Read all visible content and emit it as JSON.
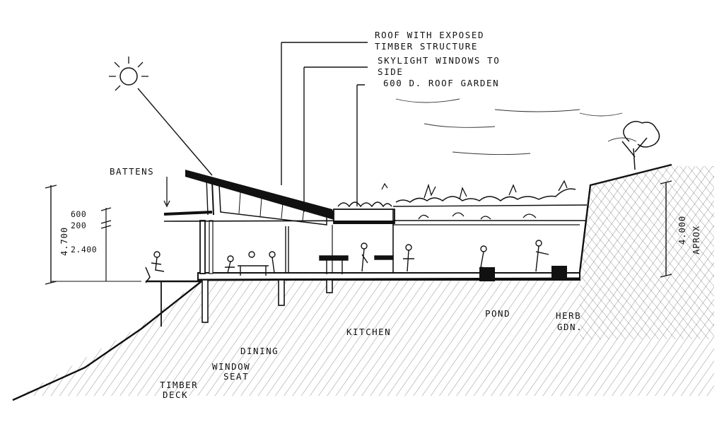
{
  "notes": [
    "ROOF WITH EXPOSED",
    "TIMBER STRUCTURE",
    "SKYLIGHT WINDOWS TO",
    "SIDE",
    "600 D. ROOF GARDEN"
  ],
  "labels": {
    "battens": "BATTENS",
    "dining": "DINING",
    "window_seat_1": "WINDOW",
    "window_seat_2": "SEAT",
    "timber_deck_1": "TIMBER",
    "timber_deck_2": "DECK",
    "kitchen": "KITCHEN",
    "pond": "POND",
    "herb_gdn_1": "HERB",
    "herb_gdn_2": "GDN."
  },
  "dimensions": {
    "overall_height": "4.700",
    "d_600": "600",
    "d_200": "200",
    "d_2400": "2.400",
    "right_height": "4.000",
    "right_approx": "APROX"
  }
}
